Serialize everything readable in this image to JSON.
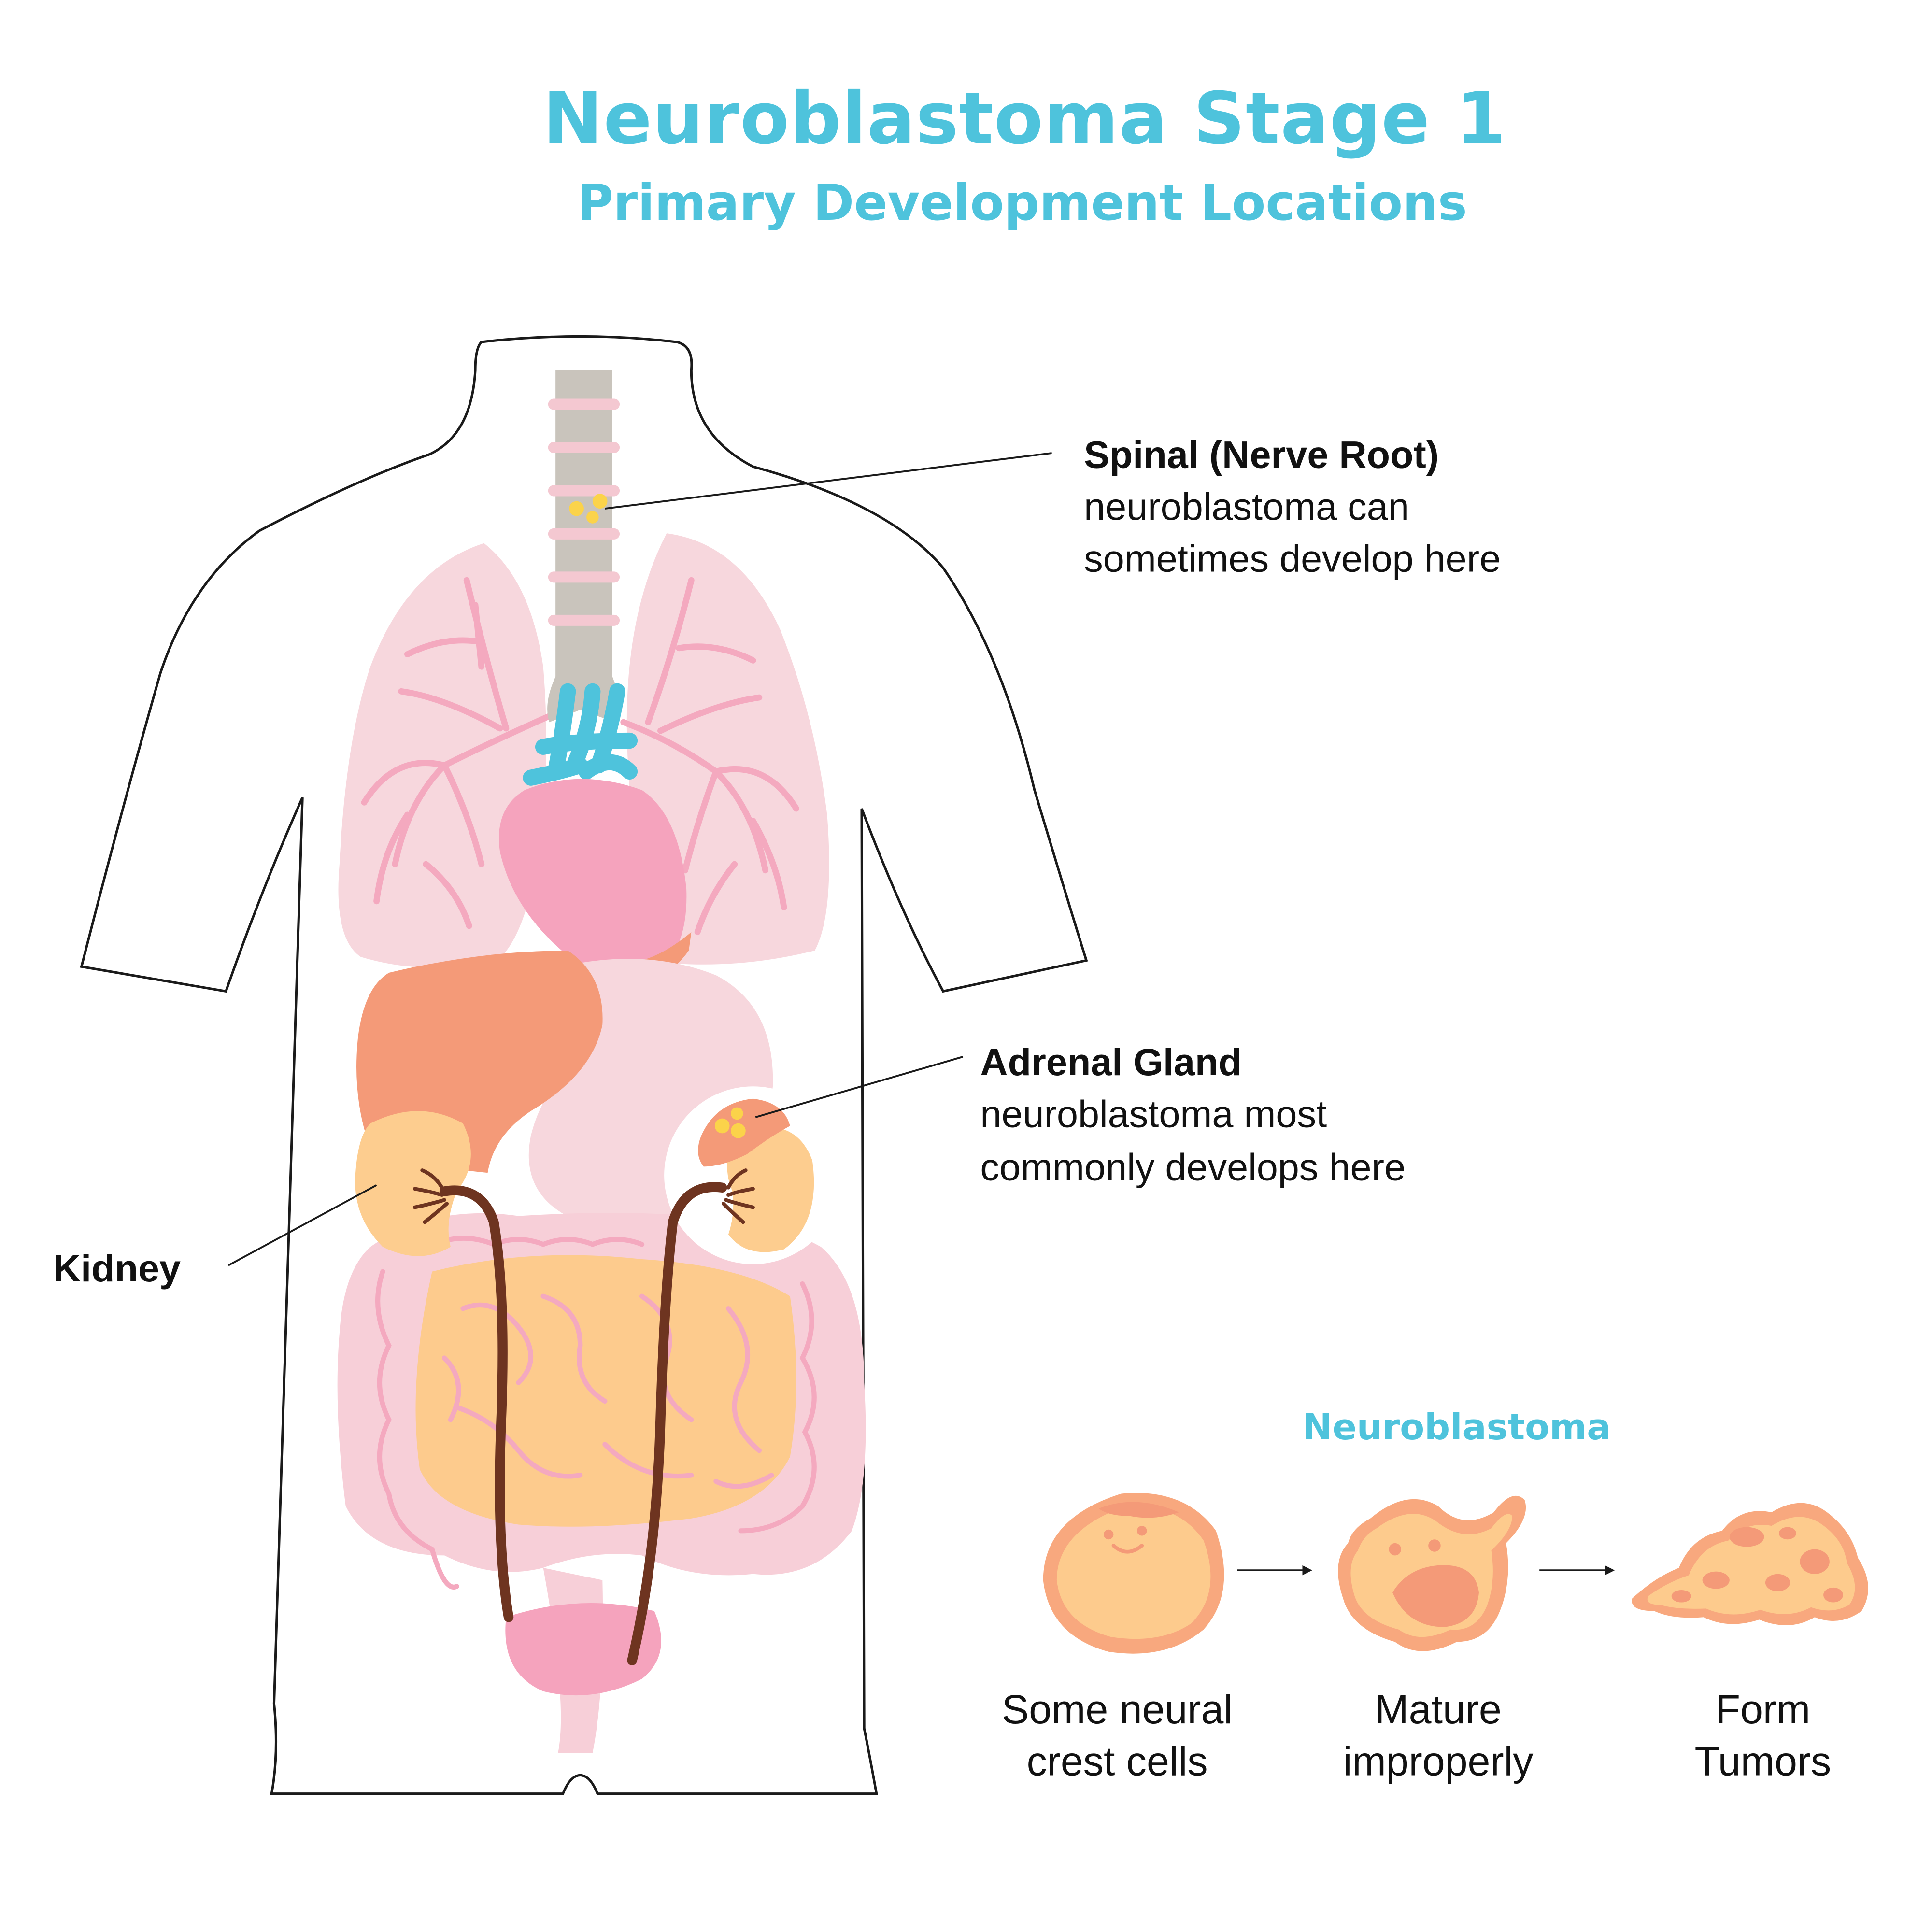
{
  "header": {
    "title": "Neuroblastoma Stage 1",
    "subtitle": "Primary Development Locations"
  },
  "callouts": {
    "spinal": {
      "label": "Spinal (Nerve Root)",
      "line1": "neuroblastoma can",
      "line2": "sometimes develop here"
    },
    "adrenal": {
      "label": "Adrenal Gland",
      "line1": "neuroblastoma most",
      "line2": "commonly develops here"
    },
    "kidney": {
      "label": "Kidney"
    }
  },
  "process": {
    "title": "Neuroblastoma",
    "steps": [
      {
        "line1": "Some neural",
        "line2": "crest cells",
        "icon": "neural-crest-cell-icon"
      },
      {
        "line1": "Mature",
        "line2": "improperly",
        "icon": "immature-cell-icon"
      },
      {
        "line1": "Form",
        "line2": "Tumors",
        "icon": "tumor-icon"
      }
    ]
  },
  "colors": {
    "accent_blue": "#4ec3dc",
    "lung_pink": "#f7d7dd",
    "bronchi_pink": "#f4a9bf",
    "heart_pink": "#f5a3bd",
    "liver_salmon": "#f49a78",
    "kidney_peach": "#fdcd8f",
    "ureter_brown": "#6e3420",
    "intestine_pink": "#f7cfd8",
    "small_intestine": "#fdcb8d",
    "tumor_yellow": "#fbd34a",
    "spine_gray": "#c9c4bc"
  }
}
